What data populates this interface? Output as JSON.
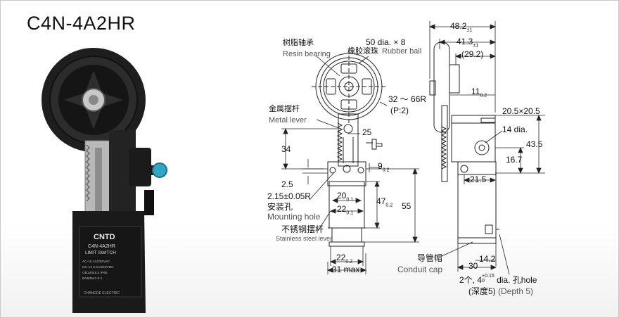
{
  "title": "C4N-4A2HR",
  "product_label": {
    "brand": "CNTD",
    "model": "C4N-4A2HR",
    "type": "LIMIT SWITCH",
    "spec1": "AC-15  3A/250VAC",
    "spec2": "DC-13  0.2A/220VDC",
    "spec3": "GB14048.5  IP66",
    "spec4": "EN60947-5-1",
    "maker": "CHANGDE ELECTRIC"
  },
  "callouts": {
    "resin_bearing_cn": "树脂轴承",
    "resin_bearing_en": "Resin bearing",
    "rubber_ball_dim": "50 dia. × 8",
    "rubber_ball_cn": "橡胶滚珠",
    "rubber_ball_en": "Rubber ball",
    "radius_range": "32 ～ 66R",
    "radius_pitch": "(P:2)",
    "metal_lever_cn": "金属摆杆",
    "metal_lever_en": "Metal lever",
    "mounting_hole_dim": "2.15±0.05R",
    "mounting_hole_cn": "安装孔",
    "mounting_hole_en": "Mounting hole",
    "stainless_lever_cn": "不锈钢摆杆",
    "stainless_lever_en": "Stainless steel lever",
    "conduit_cap_cn": "导管帽",
    "conduit_cap_en": "Conduit cap",
    "hole_note_count": "2个, 4",
    "hole_note_dim": "dia. 孔hole",
    "hole_note_depth_cn": "(深度5)",
    "hole_note_depth_en": "(Depth 5)"
  },
  "dimensions": {
    "d25": "25",
    "d34": "34",
    "d2_5": "2.5",
    "d9": "9",
    "d9_tol": "0.2",
    "d20": "20",
    "d20_tol": "0.1",
    "d22a": "22",
    "d22a_tol": "0.1",
    "d47": "47",
    "d47_tol": "0.2",
    "d55": "55",
    "d22b": "22",
    "d22b_tol": "0.2",
    "d31": "31 max.",
    "d48_2": "48.2",
    "d48_2_tol": "±1",
    "d41_3": "41.3",
    "d41_3_tol": "±1",
    "d29_2": "(29.2)",
    "d11": "11",
    "d11_tol": "0.2",
    "d20_5": "20.5×20.5",
    "d14dia": "14 dia.",
    "d43_5": "43.5",
    "d16_7": "16.7",
    "d21_5": "21.5",
    "d14_2": "14.2",
    "d30": "30",
    "tol_plus": "+0.15",
    "tol_zero": "0"
  }
}
